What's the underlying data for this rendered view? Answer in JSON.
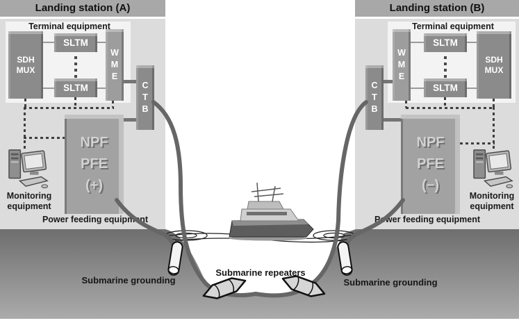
{
  "station_a": {
    "title": "Landing station (A)",
    "terminal_label": "Terminal equipment",
    "sdh_mux": "SDH\nMUX",
    "sltm_top": "SLTM",
    "sltm_bottom": "SLTM",
    "wme": "W\nM\nE",
    "ctb": "C\nT\nB",
    "npf_pfe": "NPF\nPFE\n(+)",
    "monitoring_label": "Monitoring\nequipment",
    "power_label": "Power feeding equipment"
  },
  "station_b": {
    "title": "Landing station (B)",
    "terminal_label": "Terminal equipment",
    "sdh_mux": "SDH\nMUX",
    "sltm_top": "SLTM",
    "sltm_bottom": "SLTM",
    "wme": "W\nM\nE",
    "ctb": "C\nT\nB",
    "npf_pfe": "NPF\nPFE\n(−)",
    "monitoring_label": "Monitoring\nequipment",
    "power_label": "Power feeding equipment"
  },
  "sea": {
    "repeaters_label": "Submarine repeaters",
    "grounding_left_label": "Submarine grounding",
    "grounding_right_label": "Submarine grounding"
  },
  "colors": {
    "station_bg": "#dcdcdc",
    "title_bg": "#a8a8a8",
    "panel_bg": "#f3f3f3",
    "box_gray": "#8b8b8b",
    "npf_gray": "#a2a2a2",
    "seabed_top": "#6e6e6e",
    "seabed_bottom": "#ababab",
    "cable": "#666666",
    "water": "#ffffff"
  }
}
